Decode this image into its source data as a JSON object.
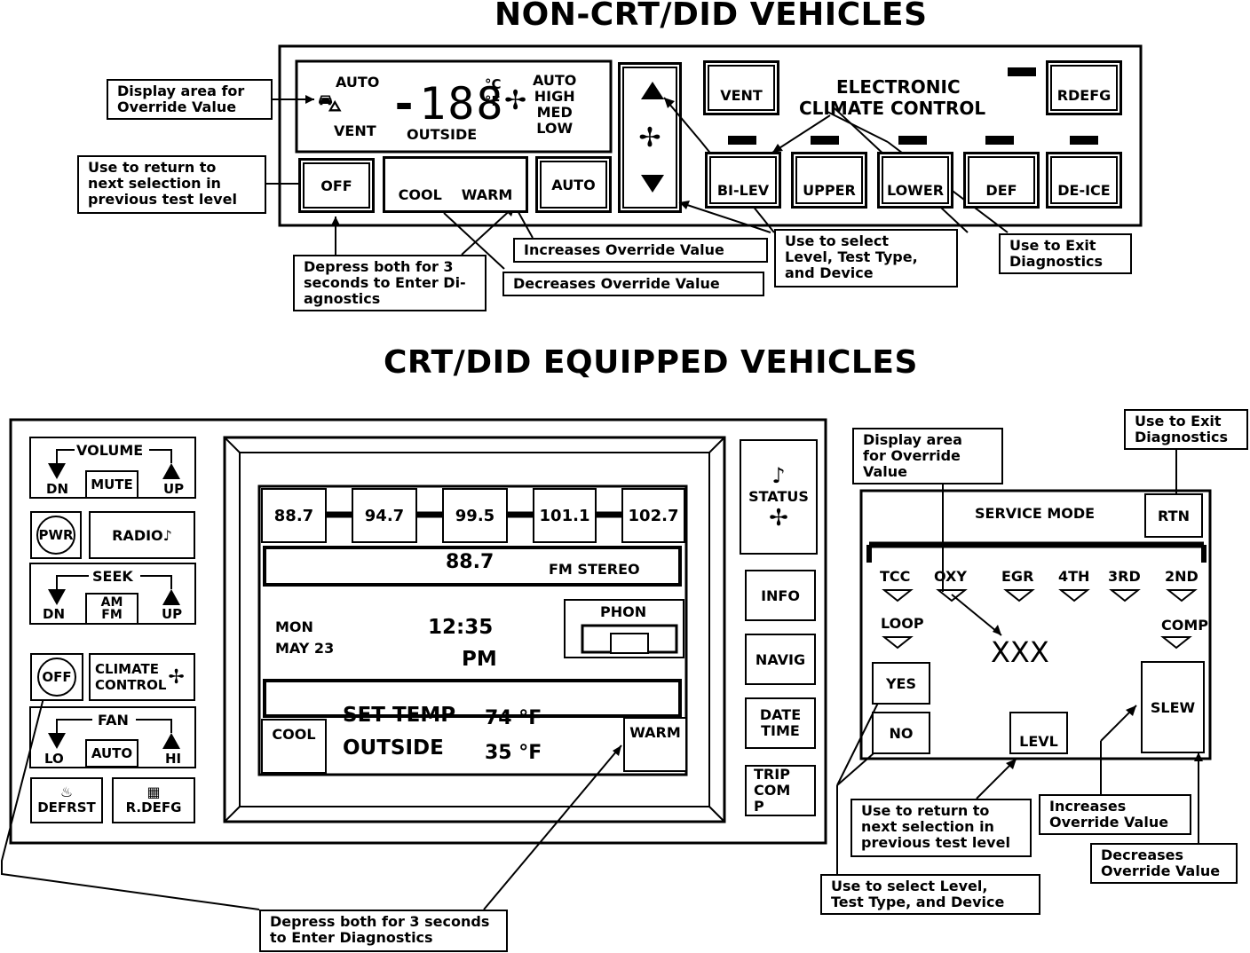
{
  "top": {
    "heading": "NON-CRT/DID VEHICLES",
    "display": {
      "auto": "AUTO",
      "vent": "VENT",
      "digits": "188",
      "outside": "OUTSIDE",
      "unit_c": "C",
      "unit_f": "F",
      "fan_levels": [
        "AUTO",
        "HIGH",
        "MED",
        "LOW"
      ]
    },
    "buttons": {
      "off": "OFF",
      "cool": "COOL",
      "warm": "WARM",
      "auto": "AUTO",
      "vent": "VENT",
      "rdefg": "RDEFG",
      "bilev": "BI-LEV",
      "upper": "UPPER",
      "lower": "LOWER",
      "def": "DEF",
      "deice": "DE-ICE"
    },
    "title_line1": "ELECTRONIC",
    "title_line2": "CLIMATE CONTROL",
    "callouts": {
      "display_area": "Display area for\nOverride Value",
      "return": "Use to return to\nnext selection in\nprevious test level",
      "depress": "Depress both for 3\nseconds to Enter Di-\nagnostics",
      "increases": "Increases Override Value",
      "decreases": "Decreases Override Value",
      "select": "Use to select\nLevel, Test Type,\nand Device",
      "exit": "Use to Exit\nDiagnostics"
    }
  },
  "bottom": {
    "heading": "CRT/DID EQUIPPED VEHICLES",
    "left_controls": {
      "volume": "VOLUME",
      "dn": "DN",
      "mute": "MUTE",
      "up": "UP",
      "pwr": "PWR",
      "radio": "RADIO",
      "seek": "SEEK",
      "am": "AM",
      "fm": "FM",
      "off": "OFF",
      "climate": "CLIMATE",
      "control": "CONTROL",
      "fan": "FAN",
      "lo": "LO",
      "auto": "AUTO",
      "hi": "HI",
      "defrst": "DEFRST",
      "rdefg": "R.DEFG"
    },
    "screen": {
      "presets": [
        "88.7",
        "94.7",
        "99.5",
        "101.1",
        "102.7"
      ],
      "station": "88.7",
      "stereo": "FM STEREO",
      "day": "MON",
      "date": "MAY 23",
      "time": "12:35",
      "ampm": "PM",
      "phon": "PHON",
      "cool": "COOL",
      "warm": "WARM",
      "set_temp": "SET TEMP",
      "set_temp_value": "74 °F",
      "outside": "OUTSIDE",
      "outside_value": "35 °F"
    },
    "side_buttons": {
      "status": "STATUS",
      "info": "INFO",
      "navig": "NAVIG",
      "date": "DATE",
      "time": "TIME",
      "trip1": "TRIP",
      "trip2": "COM",
      "trip3": "P"
    },
    "service": {
      "title": "SERVICE MODE",
      "rtn": "RTN",
      "tests": [
        "TCC",
        "OXY",
        "EGR",
        "4TH",
        "3RD",
        "2ND"
      ],
      "loop": "LOOP",
      "comp": "COMP",
      "value": "XXX",
      "yes": "YES",
      "no": "NO",
      "levl": "LEVL",
      "slew": "SLEW"
    },
    "callouts": {
      "exit": "Use to Exit\nDiagnostics",
      "display_area": "Display area\nfor Override\nValue",
      "return": "Use to return to\nnext selection in\nprevious test level",
      "increases": "Increases\nOverride Value",
      "decreases": "Decreases\nOverride Value",
      "select": "Use to select Level,\nTest Type, and Device",
      "depress": "Depress both for 3 seconds\nto Enter Diagnostics"
    }
  }
}
